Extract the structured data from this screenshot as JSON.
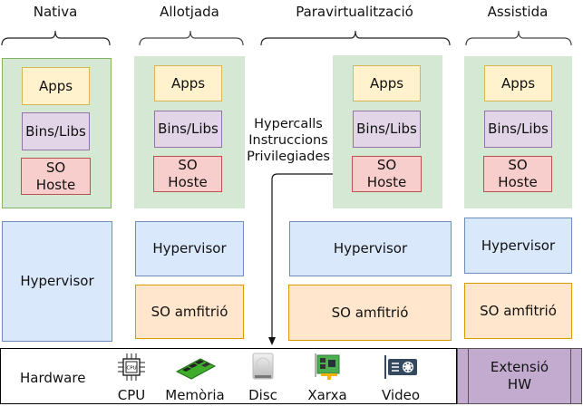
{
  "columns": [
    {
      "title": "Nativa"
    },
    {
      "title": "Allotjada"
    },
    {
      "title": "Paravirtualització"
    },
    {
      "title": "Assistida"
    }
  ],
  "vm_layers": {
    "apps": "Apps",
    "libs": "Bins/Libs",
    "guest_os": "SO\nHoste"
  },
  "hypervisor_label": "Hypervisor",
  "host_os_label": "SO amfitrió",
  "paravirt_annotation": "Hypercalls\nInstruccions\nPrivilegiades",
  "hardware": {
    "label": "Hardware",
    "items": [
      {
        "label": "CPU",
        "icon": "cpu-icon"
      },
      {
        "label": "Memòria",
        "icon": "memory-icon"
      },
      {
        "label": "Disc",
        "icon": "disk-icon"
      },
      {
        "label": "Xarxa",
        "icon": "network-card-icon"
      },
      {
        "label": "Video",
        "icon": "video-card-icon"
      }
    ],
    "extension": "Extensió\nHW"
  }
}
